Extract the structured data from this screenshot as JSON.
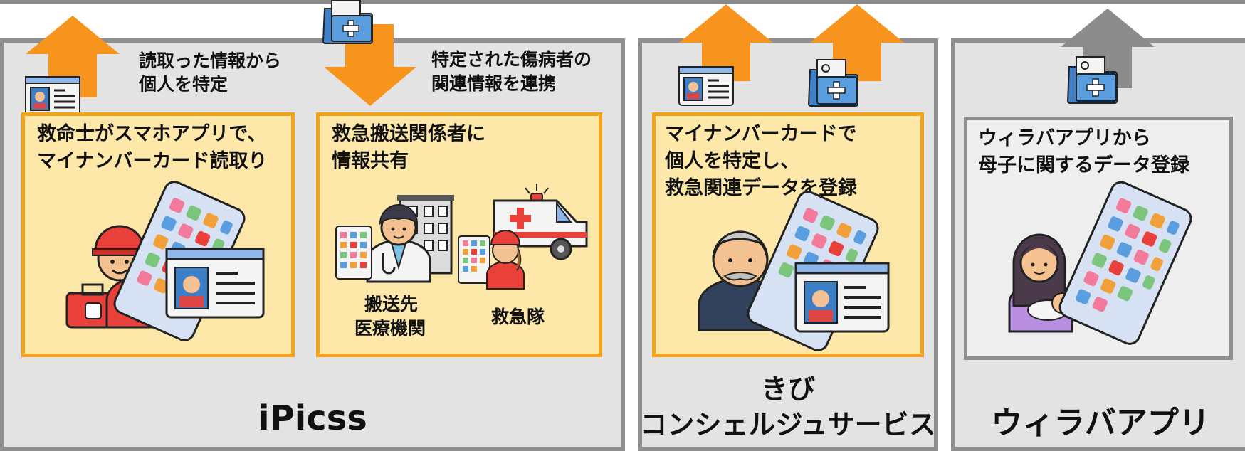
{
  "panels": {
    "ipicss": {
      "title": "iPicss",
      "note_left_1": "読取った情報から",
      "note_left_2": "個人を特定",
      "note_right_1": "特定された傷病者の",
      "note_right_2": "関連情報を連携",
      "card_left_1": "救命士がスマホアプリで、",
      "card_left_2": "マイナンバーカード読取り",
      "card_right_1": "救急搬送関係者に",
      "card_right_2": "情報共有",
      "label_hospital_1": "搬送先",
      "label_hospital_2": "医療機関",
      "label_ambulance": "救急隊"
    },
    "kibi": {
      "title_1": "きび",
      "title_2": "コンシェルジュサービス",
      "card_1": "マイナンバーカードで",
      "card_2": "個人を特定し、",
      "card_3": "救急関連データを登録"
    },
    "wira": {
      "title": "ウィラバアプリ",
      "card_1": "ウィラバアプリから",
      "card_2": "母子に関するデータ登録"
    }
  },
  "colors": {
    "arrow_orange": "#f7941d",
    "arrow_gray": "#8c8c8c",
    "card_fill": "#fde7a9",
    "card_border": "#f4a31d",
    "panel_fill": "#e3e3e3",
    "panel_border": "#8f8f8f"
  },
  "icons": [
    "id-card-icon",
    "medical-folder-icon",
    "smartphone-icon",
    "paramedic-icon",
    "doctor-icon",
    "hospital-icon",
    "ambulance-icon",
    "elderly-man-icon",
    "mother-baby-icon"
  ]
}
